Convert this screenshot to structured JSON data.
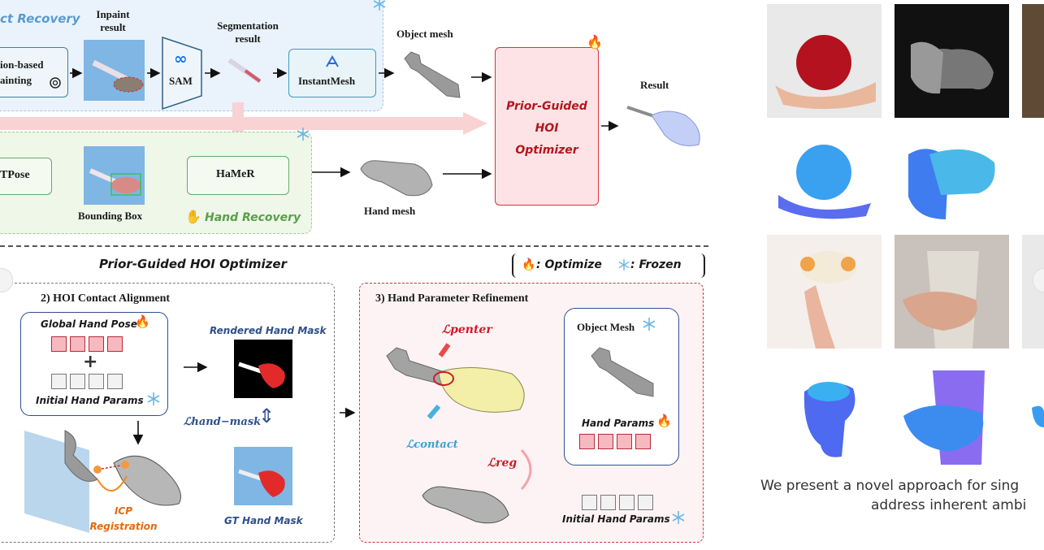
{
  "top": {
    "object_recovery_label": "ct Recovery",
    "inpaint_result": "Inpaint\nresult",
    "segmentation_result": "Segmentation\nresult",
    "object_mesh": "Object mesh",
    "inpainting_box": "ion-based\nainting",
    "sam": "SAM",
    "instantmesh": "InstantMesh",
    "tpose": "TPose",
    "hamer": "HaMeR",
    "bounding_box": "Bounding Box",
    "hand_recovery": "Hand Recovery",
    "hand_mesh": "Hand mesh",
    "optimizer": "Prior-Guided\nHOI\nOptimizer",
    "result": "Result"
  },
  "bottom": {
    "title": "Prior-Guided HOI Optimizer",
    "legend_optimize": ": Optimize",
    "legend_frozen": ": Frozen",
    "panel2_title": "2) HOI Contact Alignment",
    "global_hand_pose": "Global Hand Pose",
    "initial_hand_params": "Initial Hand Params",
    "rendered_hand_mask": "Rendered Hand Mask",
    "loss_hand_mask": "ℒhand−mask",
    "gt_hand_mask": "GT Hand Mask",
    "icp": "ICP\nRegistration",
    "panel3_title": "3) Hand Parameter Refinement",
    "loss_penter": "ℒpenter",
    "loss_contact": "ℒcontact",
    "loss_reg": "ℒreg",
    "object_mesh": "Object Mesh",
    "hand_params": "Hand Params",
    "initial_hand_params_2": "Initial Hand Params"
  },
  "caption": {
    "line1": "We present a novel approach for sing",
    "line2": "address inherent ambi"
  },
  "colors": {
    "optimizer_fill": "#fde3e5",
    "optimizer_border": "#d9303f",
    "blue_panel": "#eaf3fb",
    "green_panel": "#eef7e8",
    "hand_mesh_blue": "#4e86f0"
  },
  "icons": [
    "fire-icon",
    "snowflake-icon",
    "openai-icon",
    "meta-icon",
    "instantmesh-icon",
    "hand-wave-icon"
  ]
}
